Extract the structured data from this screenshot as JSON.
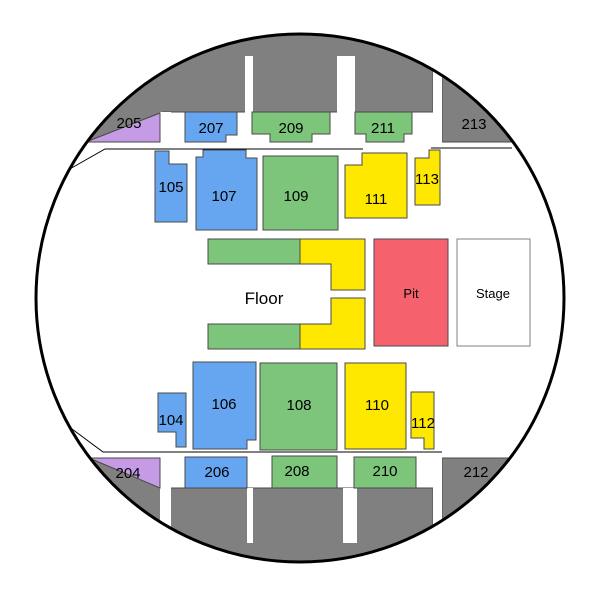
{
  "page": {
    "background": "#FFFFFF"
  },
  "venue_map": {
    "outline_color": "#000000",
    "section_border_color": "#4A4A4A",
    "palette": {
      "gray": "#808080",
      "blue": "#66A6F0",
      "green": "#7CC57A",
      "yellow": "#FFE800",
      "purple": "#C49BE4",
      "red": "#F5626D",
      "white": "#FFFFFF"
    },
    "sections": {
      "s205": {
        "label": "205",
        "color": "#C49BE4"
      },
      "s207": {
        "label": "207",
        "color": "#66A6F0"
      },
      "s209": {
        "label": "209",
        "color": "#7CC57A"
      },
      "s211": {
        "label": "211",
        "color": "#7CC57A"
      },
      "s213": {
        "label": "213",
        "color": "#808080"
      },
      "s105": {
        "label": "105",
        "color": "#66A6F0"
      },
      "s107": {
        "label": "107",
        "color": "#66A6F0"
      },
      "s109": {
        "label": "109",
        "color": "#7CC57A"
      },
      "s111": {
        "label": "111",
        "color": "#FFE800"
      },
      "s113": {
        "label": "113",
        "color": "#FFE800"
      },
      "floor": {
        "label": "Floor",
        "color": "#FFFFFF"
      },
      "floor_green_top": {
        "color": "#7CC57A"
      },
      "floor_yellow_top": {
        "color": "#FFE800"
      },
      "floor_yellow_bottom": {
        "color": "#FFE800"
      },
      "floor_green_bottom": {
        "color": "#7CC57A"
      },
      "pit": {
        "label": "Pit",
        "color": "#F5626D"
      },
      "stage": {
        "label": "Stage",
        "color": "#FFFFFF"
      },
      "s104": {
        "label": "104",
        "color": "#66A6F0"
      },
      "s106": {
        "label": "106",
        "color": "#66A6F0"
      },
      "s108": {
        "label": "108",
        "color": "#7CC57A"
      },
      "s110": {
        "label": "110",
        "color": "#FFE800"
      },
      "s112": {
        "label": "112",
        "color": "#FFE800"
      },
      "s204": {
        "label": "204",
        "color": "#C49BE4"
      },
      "s206": {
        "label": "206",
        "color": "#66A6F0"
      },
      "s208": {
        "label": "208",
        "color": "#7CC57A"
      },
      "s210": {
        "label": "210",
        "color": "#7CC57A"
      },
      "s212": {
        "label": "212",
        "color": "#808080"
      }
    }
  }
}
